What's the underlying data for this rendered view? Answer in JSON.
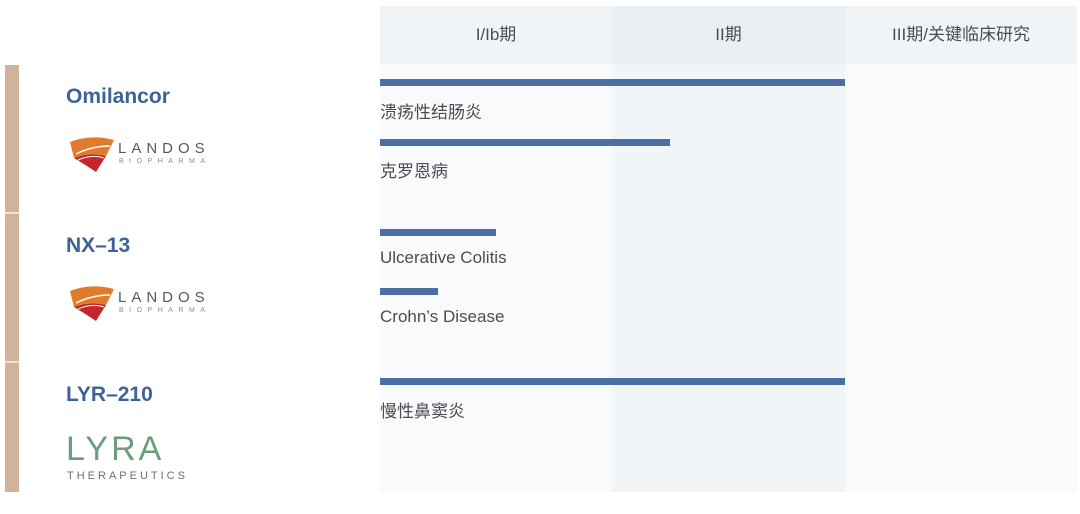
{
  "header": {
    "phase1": "I/Ib期",
    "phase2": "II期",
    "phase3": "III期/关键临床研究"
  },
  "chart_data": {
    "type": "bar",
    "orientation": "horizontal",
    "phase_columns": [
      "I/Ib期",
      "II期",
      "III期/关键临床研究"
    ],
    "rows": [
      {
        "drug": "Omilancor",
        "company_logo": "LANDOS BIOPHARMA",
        "indication": "溃疡性结肠炎",
        "progress_phases": 2.0
      },
      {
        "drug": "Omilancor",
        "company_logo": "LANDOS BIOPHARMA",
        "indication": "克罗恩病",
        "progress_phases": 1.25
      },
      {
        "drug": "NX-13",
        "company_logo": "LANDOS BIOPHARMA",
        "indication": "Ulcerative Colitis",
        "progress_phases": 0.5
      },
      {
        "drug": "NX-13",
        "company_logo": "LANDOS BIOPHARMA",
        "indication": "Crohn’s Disease",
        "progress_phases": 0.25
      },
      {
        "drug": "LYR-210",
        "company_logo": "LYRA THERAPEUTICS",
        "indication": "慢性鼻窦炎",
        "progress_phases": 2.0
      }
    ]
  },
  "drugs": [
    {
      "name": "Omilancor",
      "logo_main": "LANDOS",
      "logo_sub": "BIOPHARMA"
    },
    {
      "name": "NX–13",
      "logo_main": "LANDOS",
      "logo_sub": "BIOPHARMA"
    },
    {
      "name": "LYR–210",
      "logo_main": "LYRA",
      "logo_sub": "THERAPEUTICS"
    }
  ],
  "indications": [
    "溃疡性结肠炎",
    "克罗恩病",
    "Ulcerative Colitis",
    "Crohn’s Disease",
    "慢性鼻窦炎"
  ],
  "colors": {
    "bar": "#4a6fa5",
    "drug_name": "#3d6397",
    "row_accent": "#d1b39b",
    "landos_orange": "#e07b2a",
    "landos_red": "#c4262e",
    "lyra_green": "#6a9e7a"
  }
}
